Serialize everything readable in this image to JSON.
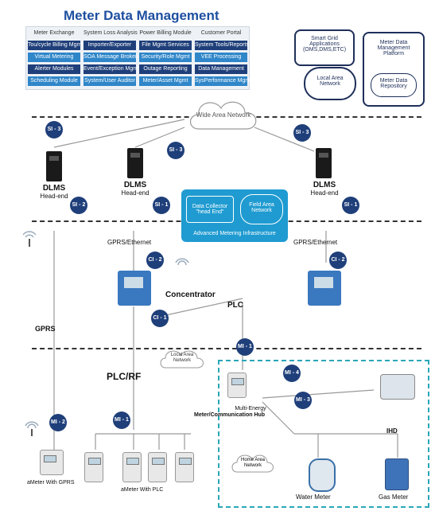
{
  "mdm": {
    "title": "Meter Data Management",
    "columns": [
      [
        "Meter Exchange",
        "Tou/cycle Billing Mgmt",
        "Virtual Metering",
        "Alerter Modules",
        "Scheduling Module"
      ],
      [
        "System Loss Analysis",
        "Importer/Exporter",
        "SOA Message Broker",
        "Event/Exception Mgmt",
        "System/User Auditor"
      ],
      [
        "Power Billing Module",
        "File Mgmt Services",
        "Security/Role Mgmt",
        "Outage Reporting",
        "Meter/Asset Mgmt"
      ],
      [
        "Customer Portal",
        "System Tools/Reports",
        "VEE Processing",
        "Data Management",
        "SysPerformance Mgmt"
      ]
    ]
  },
  "smart_grid": {
    "line1": "Smart Grid",
    "line2": "Applications",
    "line3": "(OMS,DMS,ETC)"
  },
  "lan_top": {
    "line1": "Local Area",
    "line2": "Network"
  },
  "platform": {
    "line1": "Meter Data",
    "line2": "Management",
    "line3": "Platform",
    "repo1": "Meter Data",
    "repo2": "Repository"
  },
  "wan": {
    "line1": "Wide Area Network"
  },
  "tags": {
    "si3_left": "SI - 3",
    "si3_mid": "SI - 3",
    "si3_right": "SI - 3",
    "si2": "SI - 2",
    "si1_mid": "SI - 1",
    "si1_right": "SI - 1",
    "ci2_left": "CI - 2",
    "ci2_right": "CI - 2",
    "ci1": "CI - 1",
    "mi1_top": "MI - 1",
    "mi1_bottom": "MI - 1",
    "mi2": "MI - 2",
    "mi3": "MI - 3",
    "mi4": "MI - 4"
  },
  "dlms": {
    "name": "DLMS",
    "sub": "Head-end"
  },
  "ami": {
    "collector1": "Data Collector",
    "collector2": "\"head End\"",
    "fan1": "Field Area",
    "fan2": "Network",
    "footer": "Advanced Metering Infrastructure"
  },
  "labels": {
    "gprs_eth_left": "GPRS/Ethernet",
    "gprs_eth_right": "GPRS/Ethernet",
    "concentrator": "Concentrator",
    "plc": "PLC",
    "gprs": "GPRS",
    "plc_rf": "PLC/RF",
    "lan_mid1": "Local Area",
    "lan_mid2": "Network",
    "hub1": "Multi-Energy",
    "hub2": "Meter/Communication Hub",
    "ihd": "IHD",
    "han1": "Home Area",
    "han2": "Network",
    "ameter_gprs": "aMeter With GPRS",
    "ameter_plc": "aMeter With PLC",
    "water": "Water Meter",
    "gas": "Gas Meter"
  }
}
